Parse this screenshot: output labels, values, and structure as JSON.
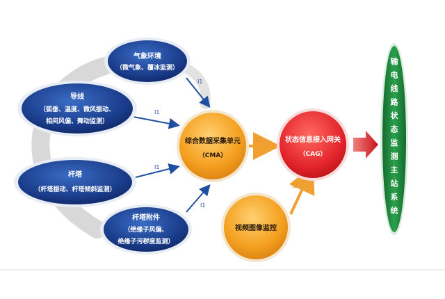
{
  "nodes": {
    "weather": {
      "title": "气象环境",
      "sub": "（微气象、覆冰监测）"
    },
    "conductor": {
      "title": "导线",
      "sub1": "（弧垂、温度、微风振动、",
      "sub2": "相间风偏、舞动监测）"
    },
    "tower": {
      "title": "杆塔",
      "sub": "（杆塔振动、杆塔倾斜监测）"
    },
    "attachment": {
      "title": "杆塔附件",
      "sub1": "（绝缘子风偏、",
      "sub2": "绝缘子污秽度监测）"
    },
    "cma": {
      "title": "综合数据采集单元",
      "sub": "（CMA）"
    },
    "video": {
      "title": "视频图像监控"
    },
    "cag": {
      "title": "状态信息接入网关",
      "sub": "（CAG）"
    },
    "master": {
      "chars": [
        "输",
        "电",
        "线",
        "路",
        "状",
        "态",
        "监",
        "测",
        "主",
        "站",
        "系",
        "统"
      ]
    }
  },
  "labels": {
    "i1": "I1",
    "i2": "I2"
  },
  "colors": {
    "navy": "#1c3f8c",
    "orange": "#f0a020",
    "red": "#e3242b",
    "green": "#1e8a3e",
    "arrow_blue": "#1f4fa0",
    "arrow_orange": "#f0a030",
    "arrow_red": "#d8322f"
  }
}
